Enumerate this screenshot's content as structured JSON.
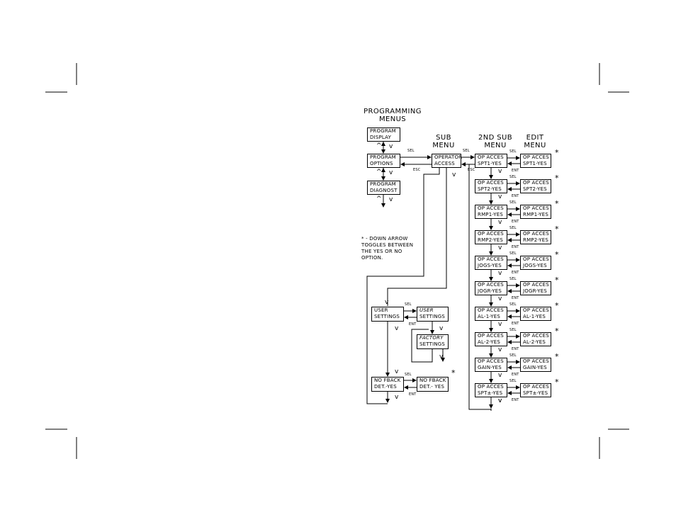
{
  "headers": {
    "programming": [
      "PROGRAMMING",
      "MENUS"
    ],
    "sub": [
      "SUB",
      "MENU"
    ],
    "second_sub": [
      "2ND SUB",
      "MENU"
    ],
    "edit": [
      "EDIT",
      "MENU"
    ]
  },
  "main_menu": [
    [
      "PROGRAM",
      "DISPLAY"
    ],
    [
      "PROGRAM",
      "OPTIONS"
    ],
    [
      "PROGRAM",
      "DIAGNOST"
    ]
  ],
  "operator_access": [
    "OPERATOR",
    "ACCESS"
  ],
  "keys": {
    "sel": "SEL",
    "esc": "ESC",
    "ent": "ENT",
    "up": "^",
    "down": "v",
    "star": "*"
  },
  "note": [
    "* - DOWN ARROW",
    "TOGGLES BETWEEN",
    "THE YES OR NO",
    "OPTION."
  ],
  "op_items": [
    {
      "l1": "OP ACCES",
      "l2": "SPT1-YES",
      "e1": "OP ACCES",
      "e2": "SPT1-YES"
    },
    {
      "l1": "OP ACCES",
      "l2": "SPT2-YES",
      "e1": "OP ACCES",
      "e2": "SPT2-YES"
    },
    {
      "l1": "OP ACCES",
      "l2": "RMP1-YES",
      "e1": "OP ACCES",
      "e2": "RMP1-YES"
    },
    {
      "l1": "OP ACCES",
      "l2": "RMP2-YES",
      "e1": "OP ACCES",
      "e2": "RMP2-YES"
    },
    {
      "l1": "OP ACCES",
      "l2": "JOGS-YES",
      "e1": "OP ACCES",
      "e2": "JOGS-YES"
    },
    {
      "l1": "OP ACCES",
      "l2": "JOGR-YES",
      "e1": "OP ACCES",
      "e2": "JOGR-YES"
    },
    {
      "l1": "OP ACCES",
      "l2": "AL-1-YES",
      "e1": "OP ACCES",
      "e2": "AL-1-YES"
    },
    {
      "l1": "OP ACCES",
      "l2": "AL-2-YES",
      "e1": "OP ACCES",
      "e2": "AL-2-YES"
    },
    {
      "l1": "OP ACCES",
      "l2": "GAIN-YES",
      "e1": "OP ACCES",
      "e2": "GAIN-YES"
    },
    {
      "l1": "OP ACCES",
      "l2": "SPT±-YES",
      "e1": "OP ACCES",
      "e2": "SPT±-YES"
    }
  ],
  "user_settings": [
    "USER",
    "SETTINGS"
  ],
  "user_settings_sub": [
    "USER",
    "SETTINGS"
  ],
  "factory_settings": [
    "FACTORY",
    "SETTINGS"
  ],
  "no_fback": [
    "NO FBACK",
    "DET.-YES"
  ],
  "no_fback_edit": [
    "NO FBACK",
    "DET.- YES"
  ]
}
